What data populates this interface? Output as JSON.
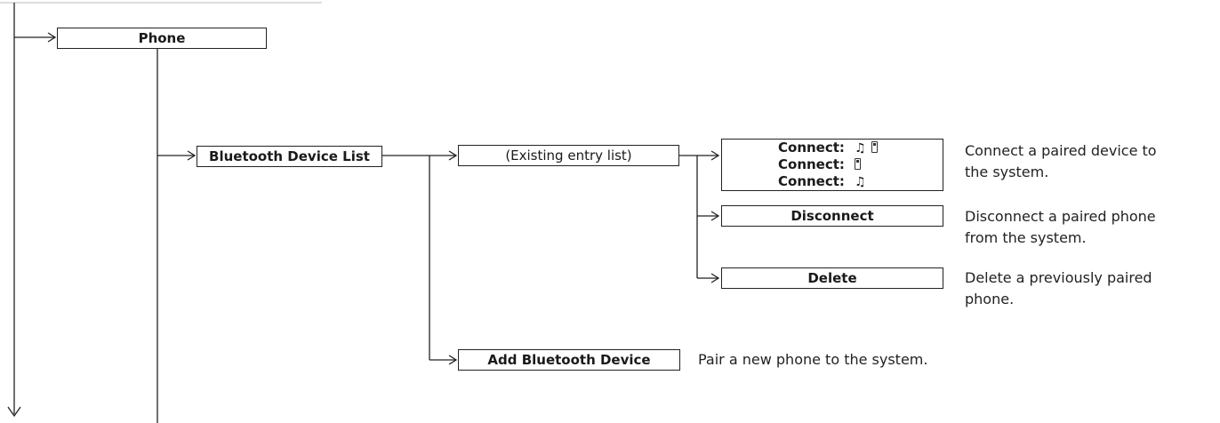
{
  "nodes": {
    "phone": "Phone",
    "bluetooth_device_list": "Bluetooth Device List",
    "existing_entry_list": "(Existing entry list)",
    "disconnect": "Disconnect",
    "delete": "Delete",
    "add_bluetooth_device": "Add Bluetooth Device"
  },
  "connect": {
    "label": "Connect",
    "colon": ":",
    "options": [
      {
        "icons": [
          "music-note-icon",
          "phone-icon"
        ]
      },
      {
        "icons": [
          "phone-icon"
        ]
      },
      {
        "icons": [
          "music-note-icon"
        ]
      }
    ]
  },
  "descriptions": {
    "connect": [
      "Connect a paired device to",
      "the system."
    ],
    "disconnect": [
      "Disconnect a paired phone",
      "from the system."
    ],
    "delete": [
      "Delete a previously paired",
      "phone."
    ],
    "add": "Pair a new phone to the system."
  }
}
